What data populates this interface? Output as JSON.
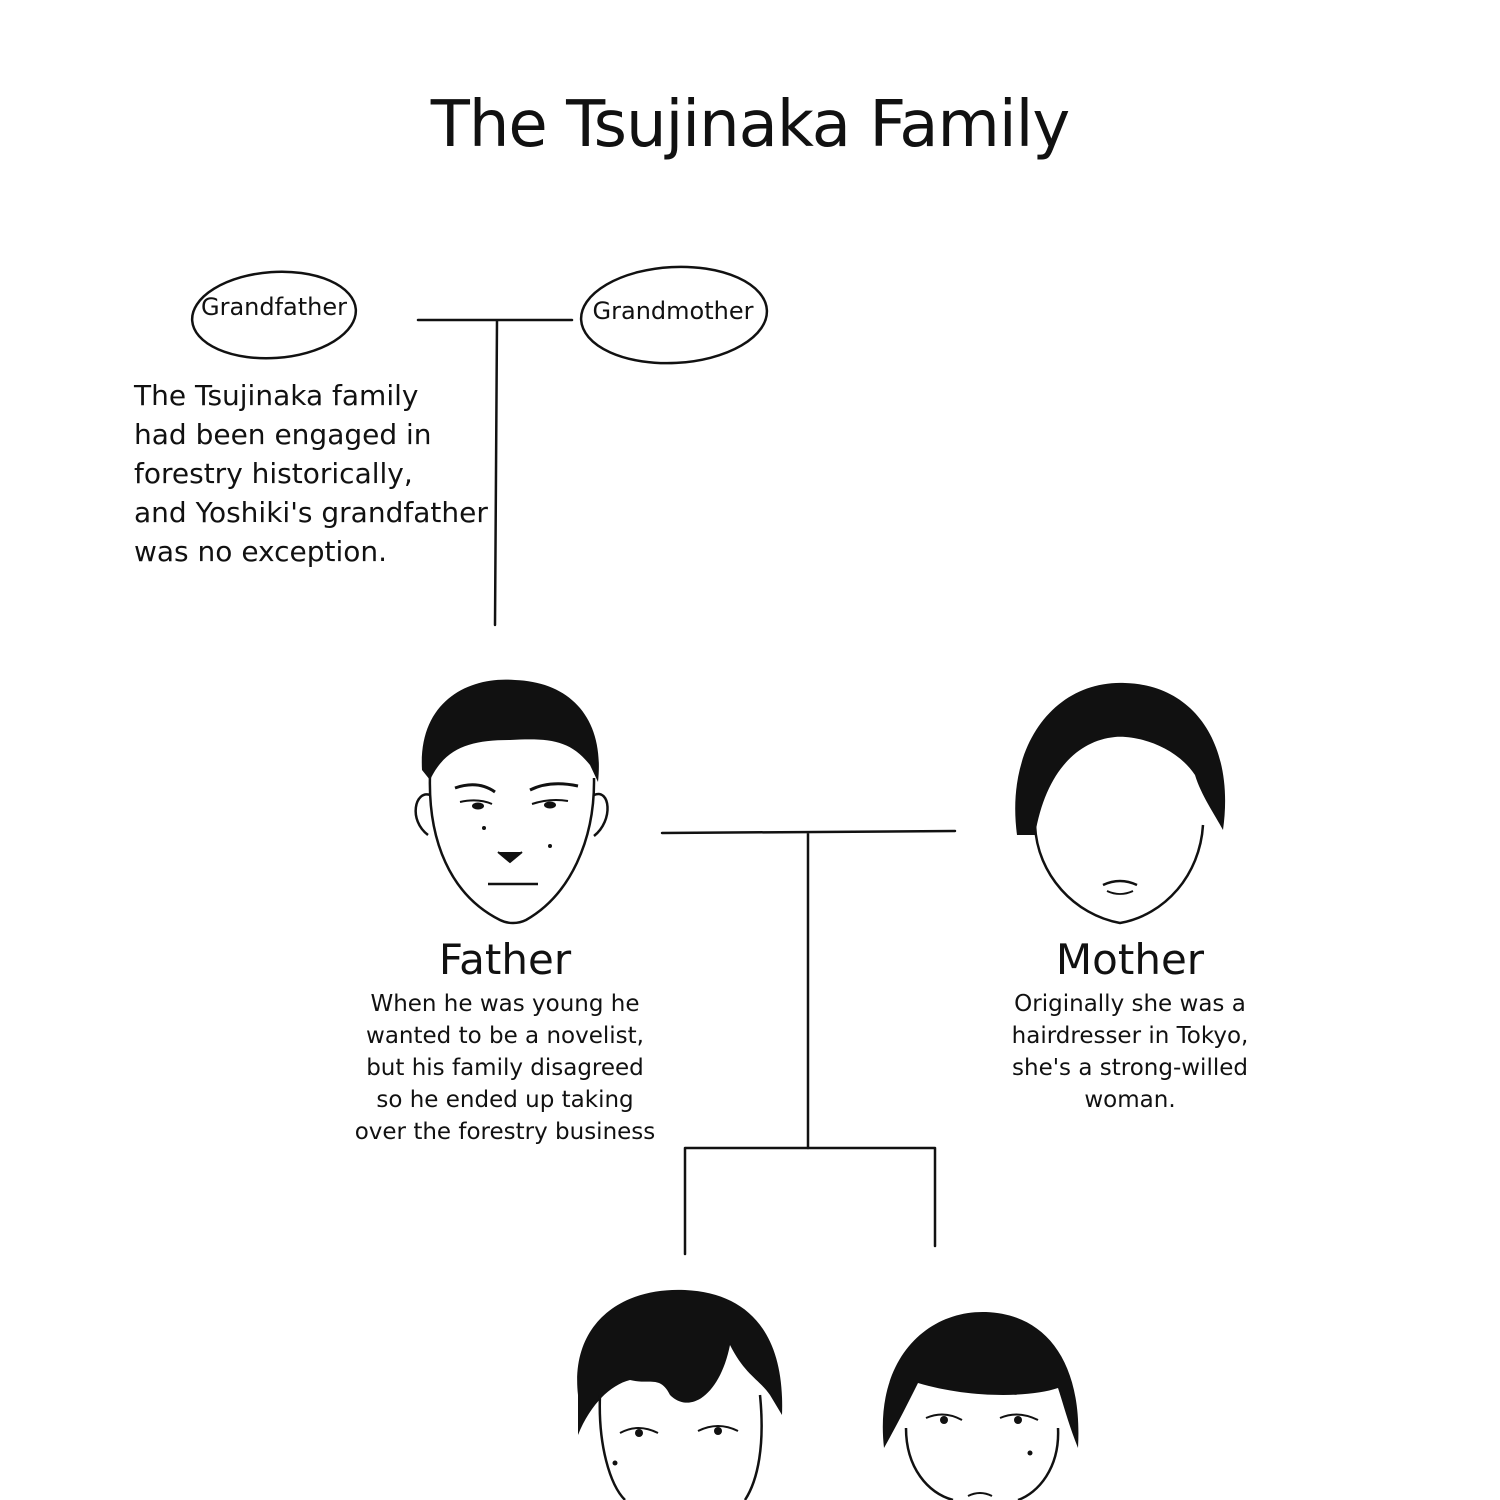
{
  "title": "The Tsujinaka Family",
  "grandparents": {
    "grandfather": "Grandfather",
    "grandmother": "Grandmother",
    "note": "The Tsujinaka family\nhad been engaged in\nforestry historically,\nand Yoshiki's grandfather\nwas no exception."
  },
  "father": {
    "name": "Father",
    "description": "When he was young he\nwanted to be a novelist,\nbut his family disagreed\nso he ended up taking\nover the forestry business"
  },
  "mother": {
    "name": "Mother",
    "description": "Originally she was a\nhairdresser in Tokyo,\nshe's a strong-willed\nwoman."
  },
  "colors": {
    "ink": "#111111",
    "paper": "#ffffff"
  }
}
